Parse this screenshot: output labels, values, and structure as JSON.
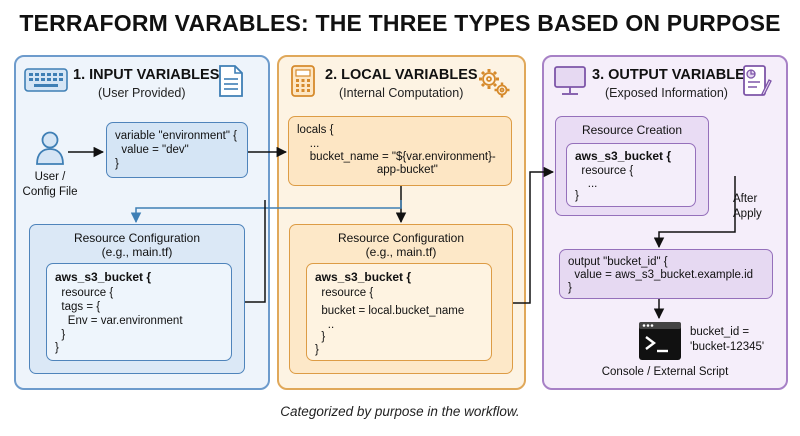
{
  "title": "TERRAFORM VARABLES: THE THREE TYPES BASED ON PURPOSE",
  "footer": "Categorized by purpose in the workflow.",
  "colors": {
    "input": "#6d9bcc",
    "local": "#e0a85a",
    "output": "#a781c6"
  },
  "input": {
    "header": "1. INPUT VARIABLES",
    "subtitle": "(User Provided)",
    "user_label_1": "User /",
    "user_label_2": "Config File",
    "variable_block": [
      "variable \"environment\" {",
      "  value = \"dev\"",
      "}"
    ],
    "resource_title_1": "Resource Configuration",
    "resource_title_2": "(e.g., main.tf)",
    "resource_name": "aws_s3_bucket {",
    "resource_body": [
      "  resource {",
      "  tags = {",
      "    Env = var.environment",
      "  }",
      "}"
    ],
    "icons": [
      "keyboard-icon",
      "document-icon",
      "user-icon"
    ]
  },
  "local": {
    "header": "2. LOCAL VARIABLES",
    "subtitle": "(Internal Computation)",
    "locals_block": [
      "locals {",
      "    ...",
      "    bucket_name = \"${var.environment}-",
      "                         app-bucket\"",
      "}"
    ],
    "resource_title_1": "Resource Configuration",
    "resource_title_2": "(e.g., main.tf)",
    "resource_name": "aws_s3_bucket {",
    "resource_body": [
      "  resource {",
      "  bucket = local.bucket_name",
      "    ..",
      "  }",
      "}"
    ],
    "icons": [
      "calculator-icon",
      "gears-icon"
    ]
  },
  "output": {
    "header": "3. OUTPUT VARIABLES",
    "subtitle": "(Exposed Information)",
    "creation_title": "Resource Creation",
    "creation_name": "aws_s3_bucket {",
    "creation_body": [
      "  resource {",
      "    ...",
      "}"
    ],
    "after_1": "After",
    "after_2": "Apply",
    "output_block": [
      "output \"bucket_id\" {",
      "  value = aws_s3_bucket.example.id",
      "}"
    ],
    "result_1": "bucket_id =",
    "result_2": "'bucket-12345'",
    "console_label": "Console / External Script",
    "icons": [
      "monitor-icon",
      "report-icon",
      "terminal-icon"
    ]
  }
}
